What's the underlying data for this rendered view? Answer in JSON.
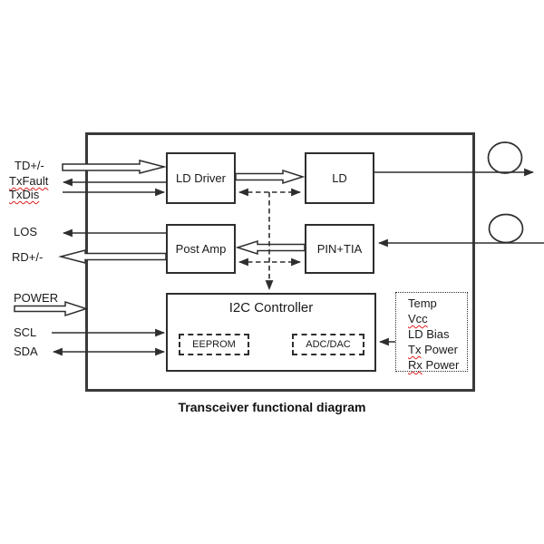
{
  "diagram": {
    "caption": "Transceiver functional diagram",
    "blocks": {
      "ld_driver": "LD Driver",
      "ld": "LD",
      "post_amp": "Post Amp",
      "pin_tia": "PIN+TIA",
      "i2c_controller": "I2C Controller",
      "eeprom": "EEPROM",
      "adc_dac": "ADC/DAC"
    },
    "signals": {
      "td": "TD+/-",
      "txfault": "TxFault",
      "txdis": "TxDis",
      "los": "LOS",
      "rd": "RD+/-",
      "power": "POWER",
      "scl": "SCL",
      "sda": "SDA"
    },
    "monitor": {
      "temp": "Temp",
      "vcc": "Vcc",
      "ld_bias": "LD Bias",
      "tx": "Tx",
      "rx": "Rx",
      "power_word": "Power"
    },
    "colors": {
      "line": "#2e2e2e",
      "outer_frame": "#3a3a3a",
      "text": "#1a1a1a",
      "misspell_underline": "#e02020",
      "background": "#ffffff"
    }
  }
}
